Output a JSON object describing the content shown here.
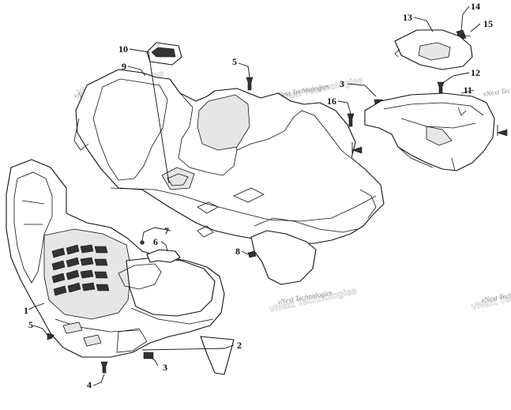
{
  "callouts": [
    {
      "id": "c1",
      "label": "1"
    },
    {
      "id": "c2",
      "label": "2"
    },
    {
      "id": "c3a",
      "label": "3"
    },
    {
      "id": "c3b",
      "label": "3"
    },
    {
      "id": "c4",
      "label": "4"
    },
    {
      "id": "c5a",
      "label": "5"
    },
    {
      "id": "c5b",
      "label": "5"
    },
    {
      "id": "c6",
      "label": "6"
    },
    {
      "id": "c7",
      "label": "7"
    },
    {
      "id": "c8",
      "label": "8"
    },
    {
      "id": "c9",
      "label": "9"
    },
    {
      "id": "c10",
      "label": "10"
    },
    {
      "id": "c11",
      "label": "11"
    },
    {
      "id": "c12",
      "label": "12"
    },
    {
      "id": "c13",
      "label": "13"
    },
    {
      "id": "c14",
      "label": "14"
    },
    {
      "id": "c15",
      "label": "15"
    },
    {
      "id": "c16",
      "label": "16"
    }
  ],
  "watermark": {
    "text": "vNext Technologies"
  }
}
